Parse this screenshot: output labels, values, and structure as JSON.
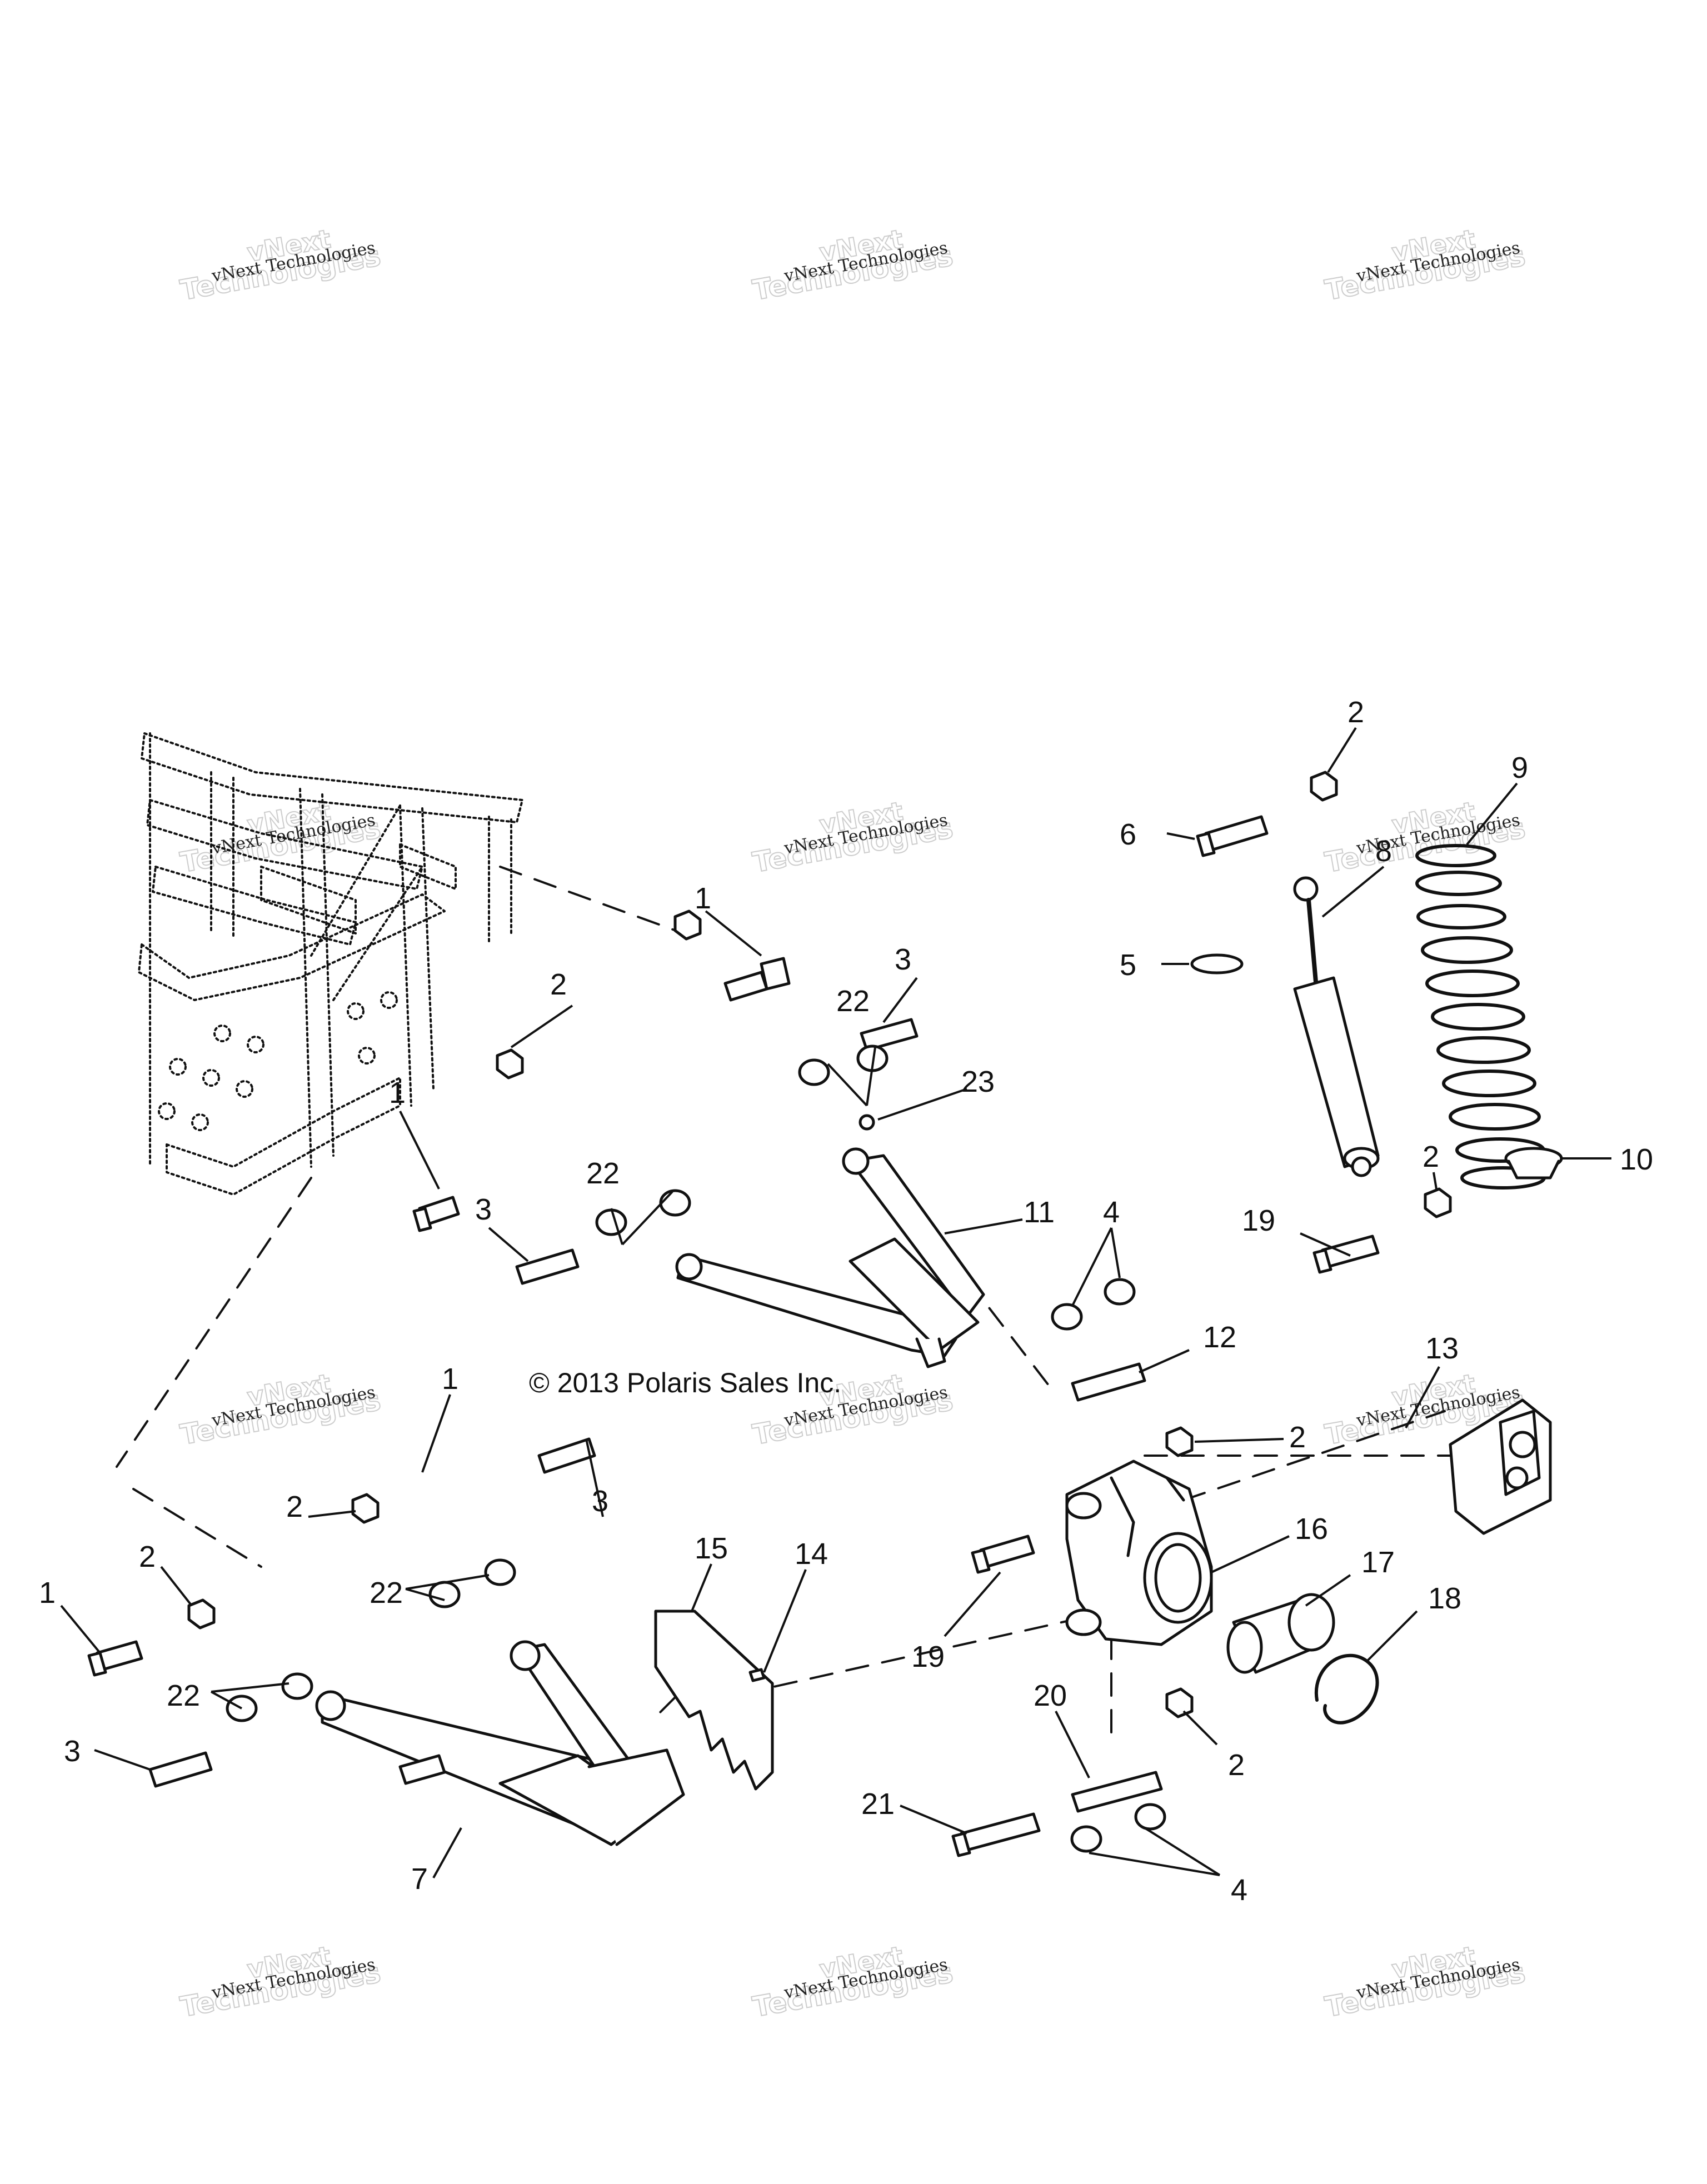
{
  "watermark": {
    "line_small": "vNext Technologies",
    "line_big": "Technologies",
    "line_top": "vNext"
  },
  "copyright": "© 2013 Polaris Sales Inc.",
  "callouts": [
    "1",
    "2",
    "3",
    "4",
    "5",
    "6",
    "7",
    "8",
    "9",
    "10",
    "11",
    "12",
    "13",
    "14",
    "15",
    "16",
    "17",
    "18",
    "19",
    "20",
    "21",
    "22",
    "23"
  ]
}
